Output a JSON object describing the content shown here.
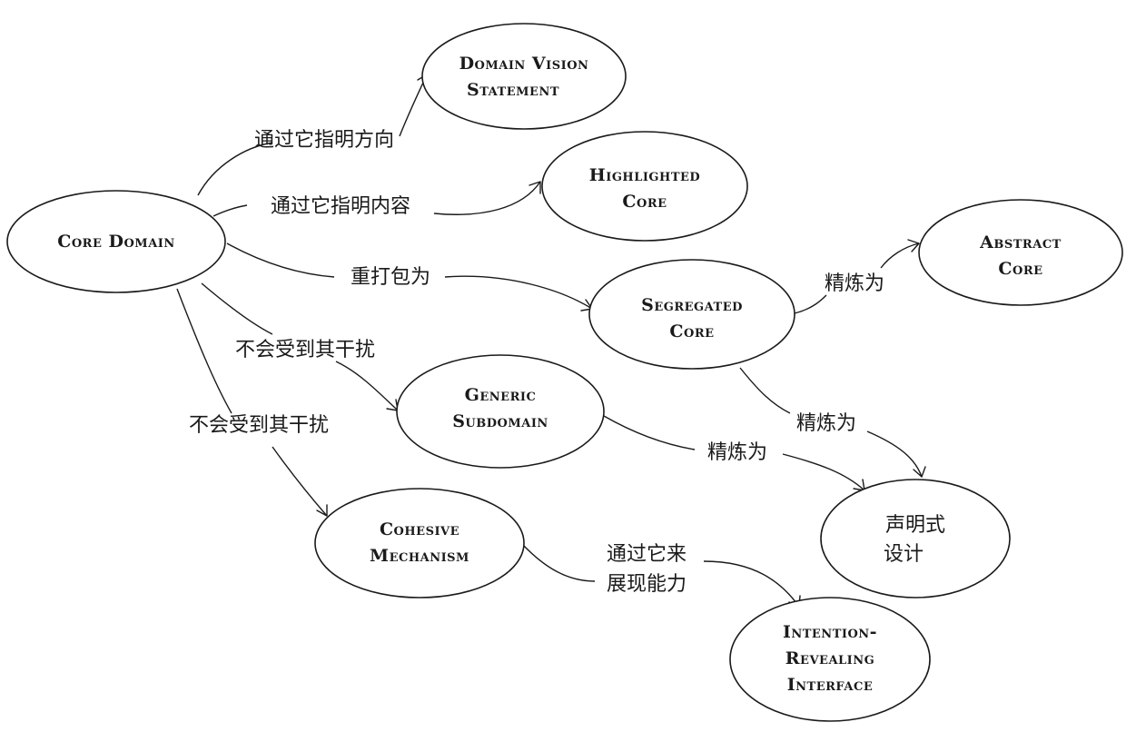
{
  "nodes": {
    "core_domain": [
      "Core Domain"
    ],
    "domain_vision_statement": [
      "Domain Vision",
      "Statement"
    ],
    "highlighted_core": [
      "Highlighted",
      "Core"
    ],
    "abstract_core": [
      "Abstract",
      "Core"
    ],
    "segregated_core": [
      "Segregated",
      "Core"
    ],
    "generic_subdomain": [
      "Generic",
      "Subdomain"
    ],
    "declarative_design": [
      "声明式",
      "设计"
    ],
    "cohesive_mechanism": [
      "Cohesive",
      "Mechanism"
    ],
    "intention_revealing_interface": [
      "Intention-",
      "Revealing",
      "Interface"
    ]
  },
  "edges": {
    "core_to_vision": "通过它指明方向",
    "core_to_highlighted": "通过它指明内容",
    "core_to_segregated": "重打包为",
    "core_to_generic": "不会受到其干扰",
    "core_to_cohesive": "不会受到其干扰",
    "segregated_to_abstract": "精炼为",
    "segregated_to_declarative": "精炼为",
    "generic_to_declarative": "精炼为",
    "cohesive_to_interface": [
      "通过它来",
      "展现能力"
    ]
  }
}
